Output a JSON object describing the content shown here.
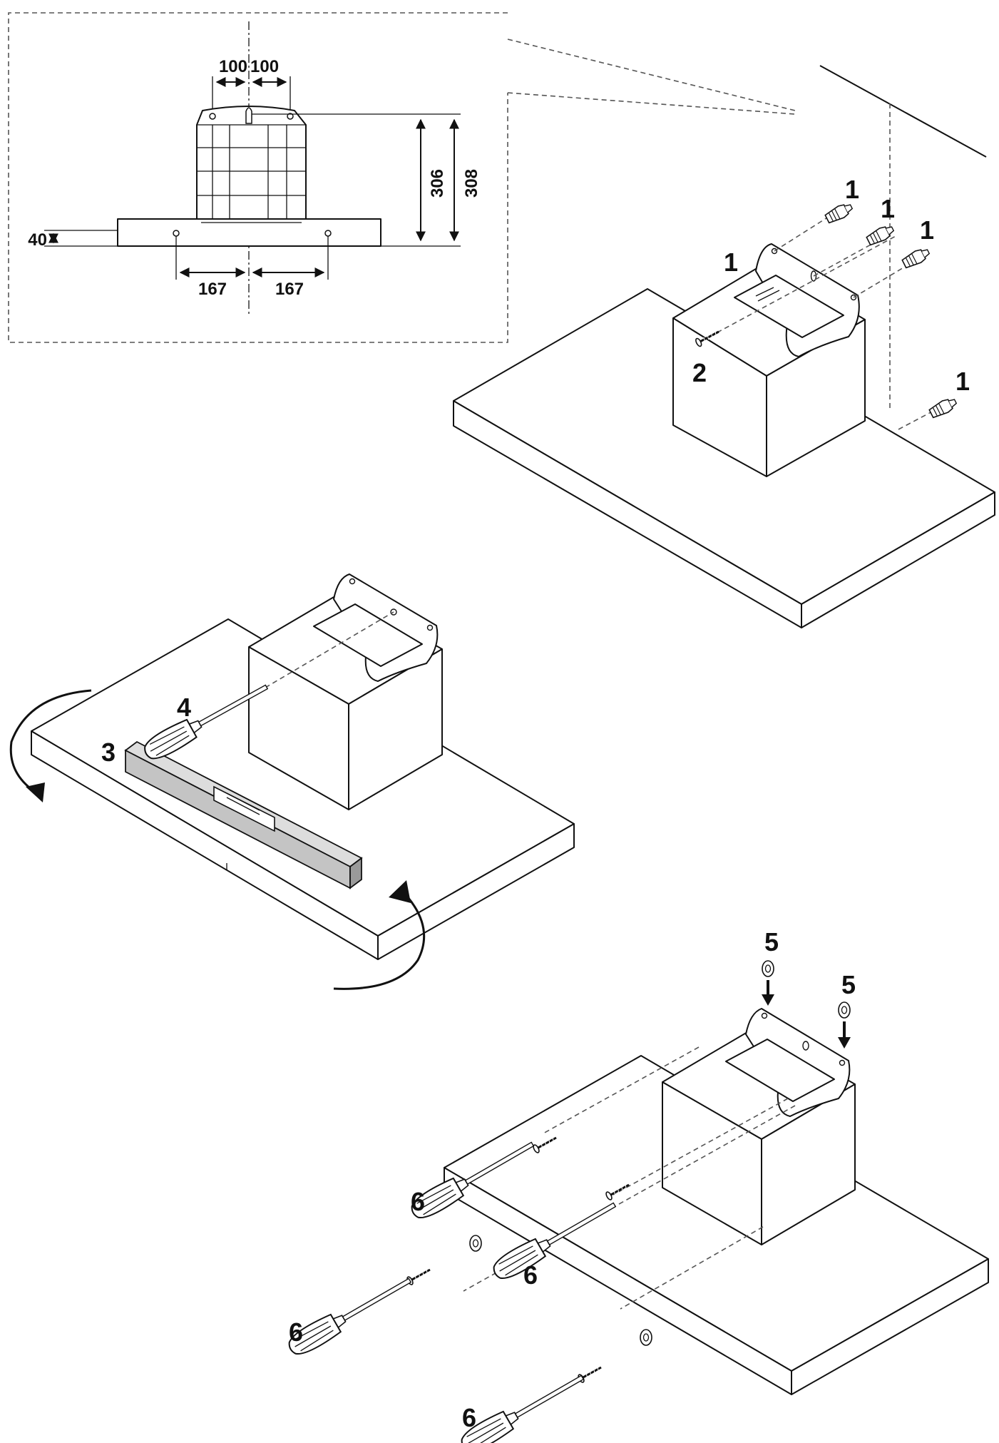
{
  "detail_dimensions": {
    "spacing_left": "100",
    "spacing_right": "100",
    "height_306": "306",
    "height_308": "308",
    "lip": "40",
    "hole_left": "167",
    "hole_right": "167"
  },
  "callouts": {
    "wall_plug": "1",
    "screw": "2",
    "spirit_level": "3",
    "screwdriver_level": "4",
    "washer": "5",
    "screwdriver_fix": "6"
  }
}
